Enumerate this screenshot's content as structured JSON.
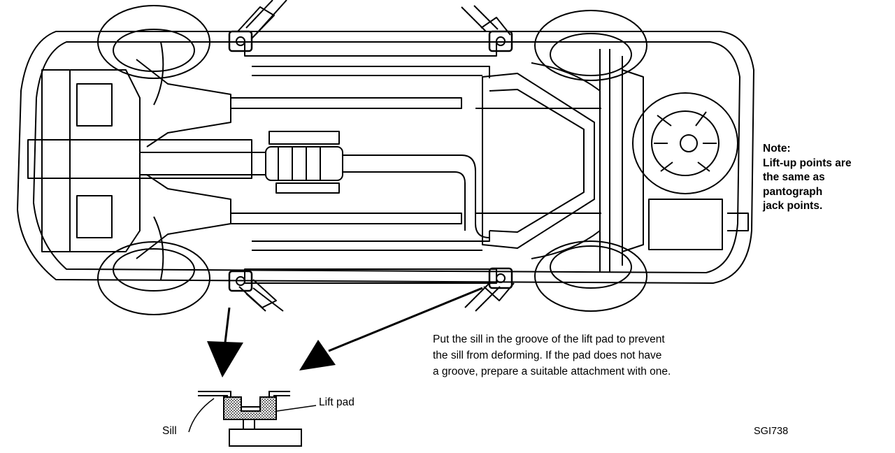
{
  "note": {
    "heading": "Note:",
    "lines": [
      "Lift-up points are",
      "the same as",
      "pantograph",
      "jack points."
    ]
  },
  "instruction": {
    "lines": [
      "Put the sill in the groove of the lift pad to prevent",
      "the sill from deforming.  If the pad does not have",
      "a groove, prepare a suitable attachment with one."
    ]
  },
  "detail": {
    "lift_pad_label": "Lift pad",
    "sill_label": "Sill"
  },
  "figure_code": "SGI738"
}
